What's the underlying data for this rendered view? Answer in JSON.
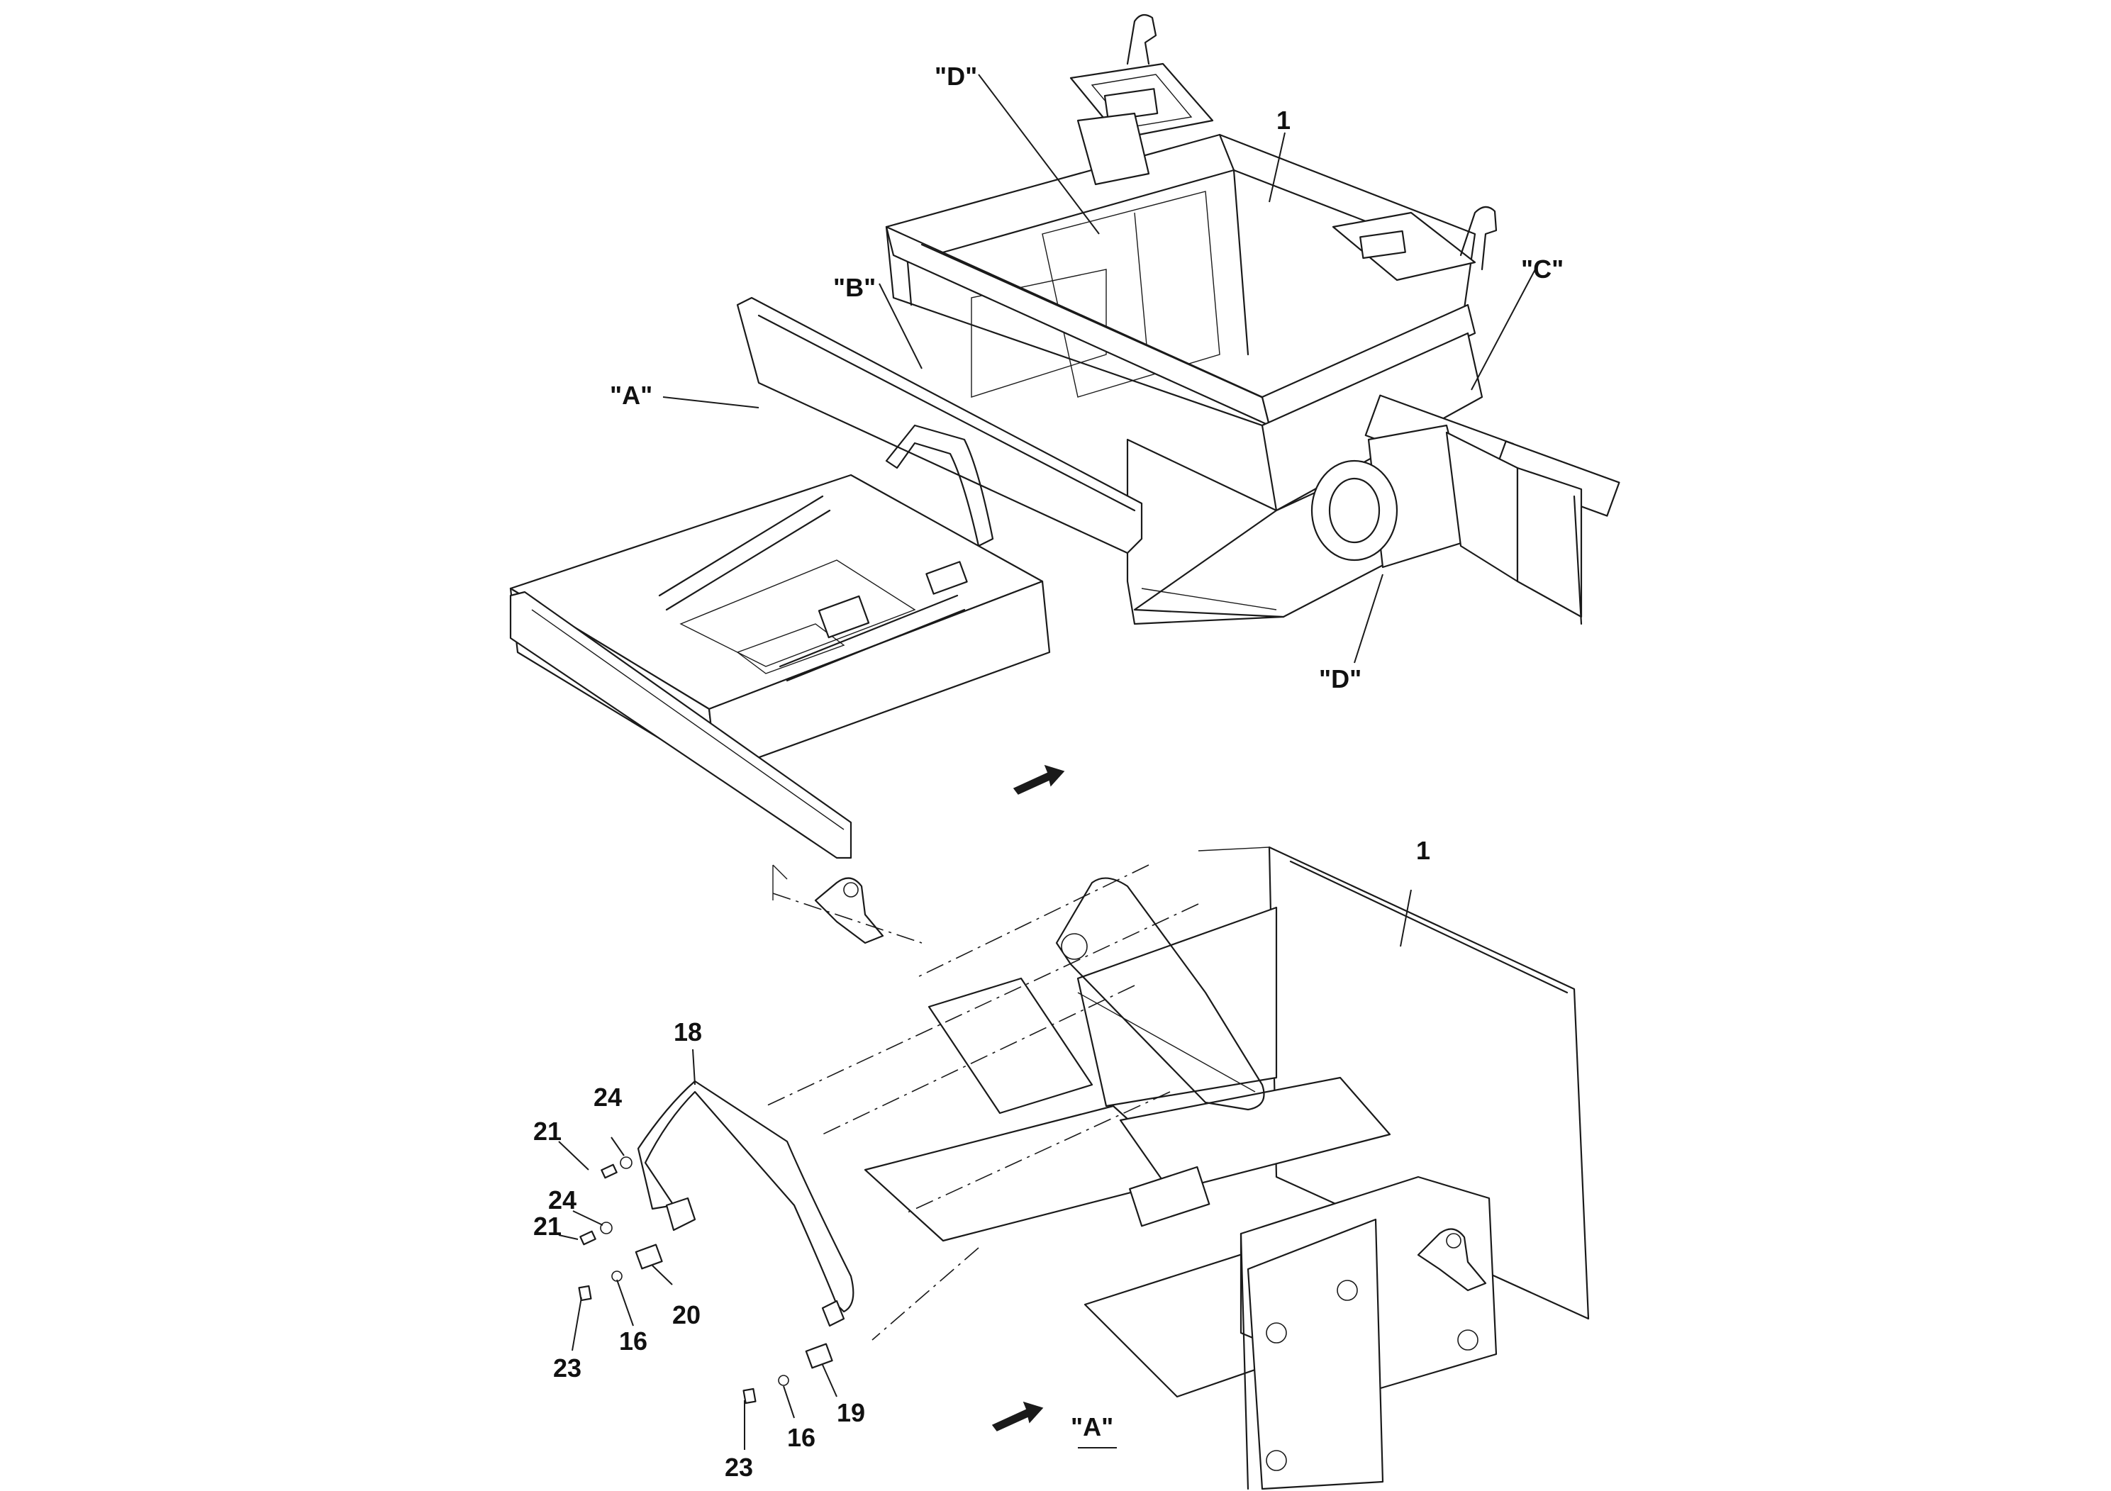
{
  "labels": {
    "view_d_top": "\"D\"",
    "view_b": "\"B\"",
    "view_a_top": "\"A\"",
    "view_c": "\"C\"",
    "view_d_bottom": "\"D\"",
    "part_1_top": "1",
    "part_1_bottom": "1",
    "part_18": "18",
    "part_24_upper": "24",
    "part_21_upper": "21",
    "part_24_lower": "24",
    "part_21_lower": "21",
    "part_23_left": "23",
    "part_16_left": "16",
    "part_20": "20",
    "part_23_bottom": "23",
    "part_16_bottom": "16",
    "part_19": "19",
    "detail_a_caption": "\"A\""
  },
  "colors": {
    "line": "#1a1a1a",
    "background": "#ffffff"
  },
  "icons": [
    "direction-arrow-icon"
  ]
}
